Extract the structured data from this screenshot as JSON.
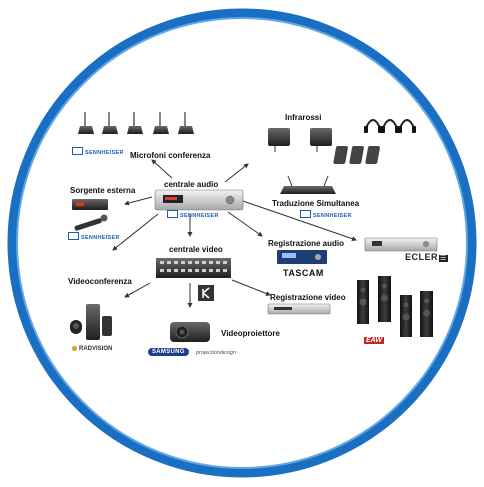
{
  "diagram": {
    "nodes": {
      "microfoni": "Microfoni conferenza",
      "sorgente": "Sorgente esterna",
      "centrale_audio": "centrale audio",
      "centrale_video": "centrale video",
      "infrarossi": "Infrarossi",
      "traduzione": "Traduzione Simultanea",
      "registrazione_audio": "Registrazione audio",
      "registrazione_video": "Registrazione video",
      "videoconferenza": "Videoconferenza",
      "videoproiettore": "Videoproiettore"
    },
    "brands": {
      "sennheiser": "SENNHEISER",
      "tascam": "TASCAM",
      "ecler": "ECLER",
      "ecler_badge": "☰",
      "eaw": "EAW",
      "radvision": "RADVISION",
      "samsung": "SAMSUNG",
      "projectiondesign": "projectiondesign"
    },
    "ring_color": "#1b6fc2",
    "ring_inner_color": "#5fa7e6"
  }
}
